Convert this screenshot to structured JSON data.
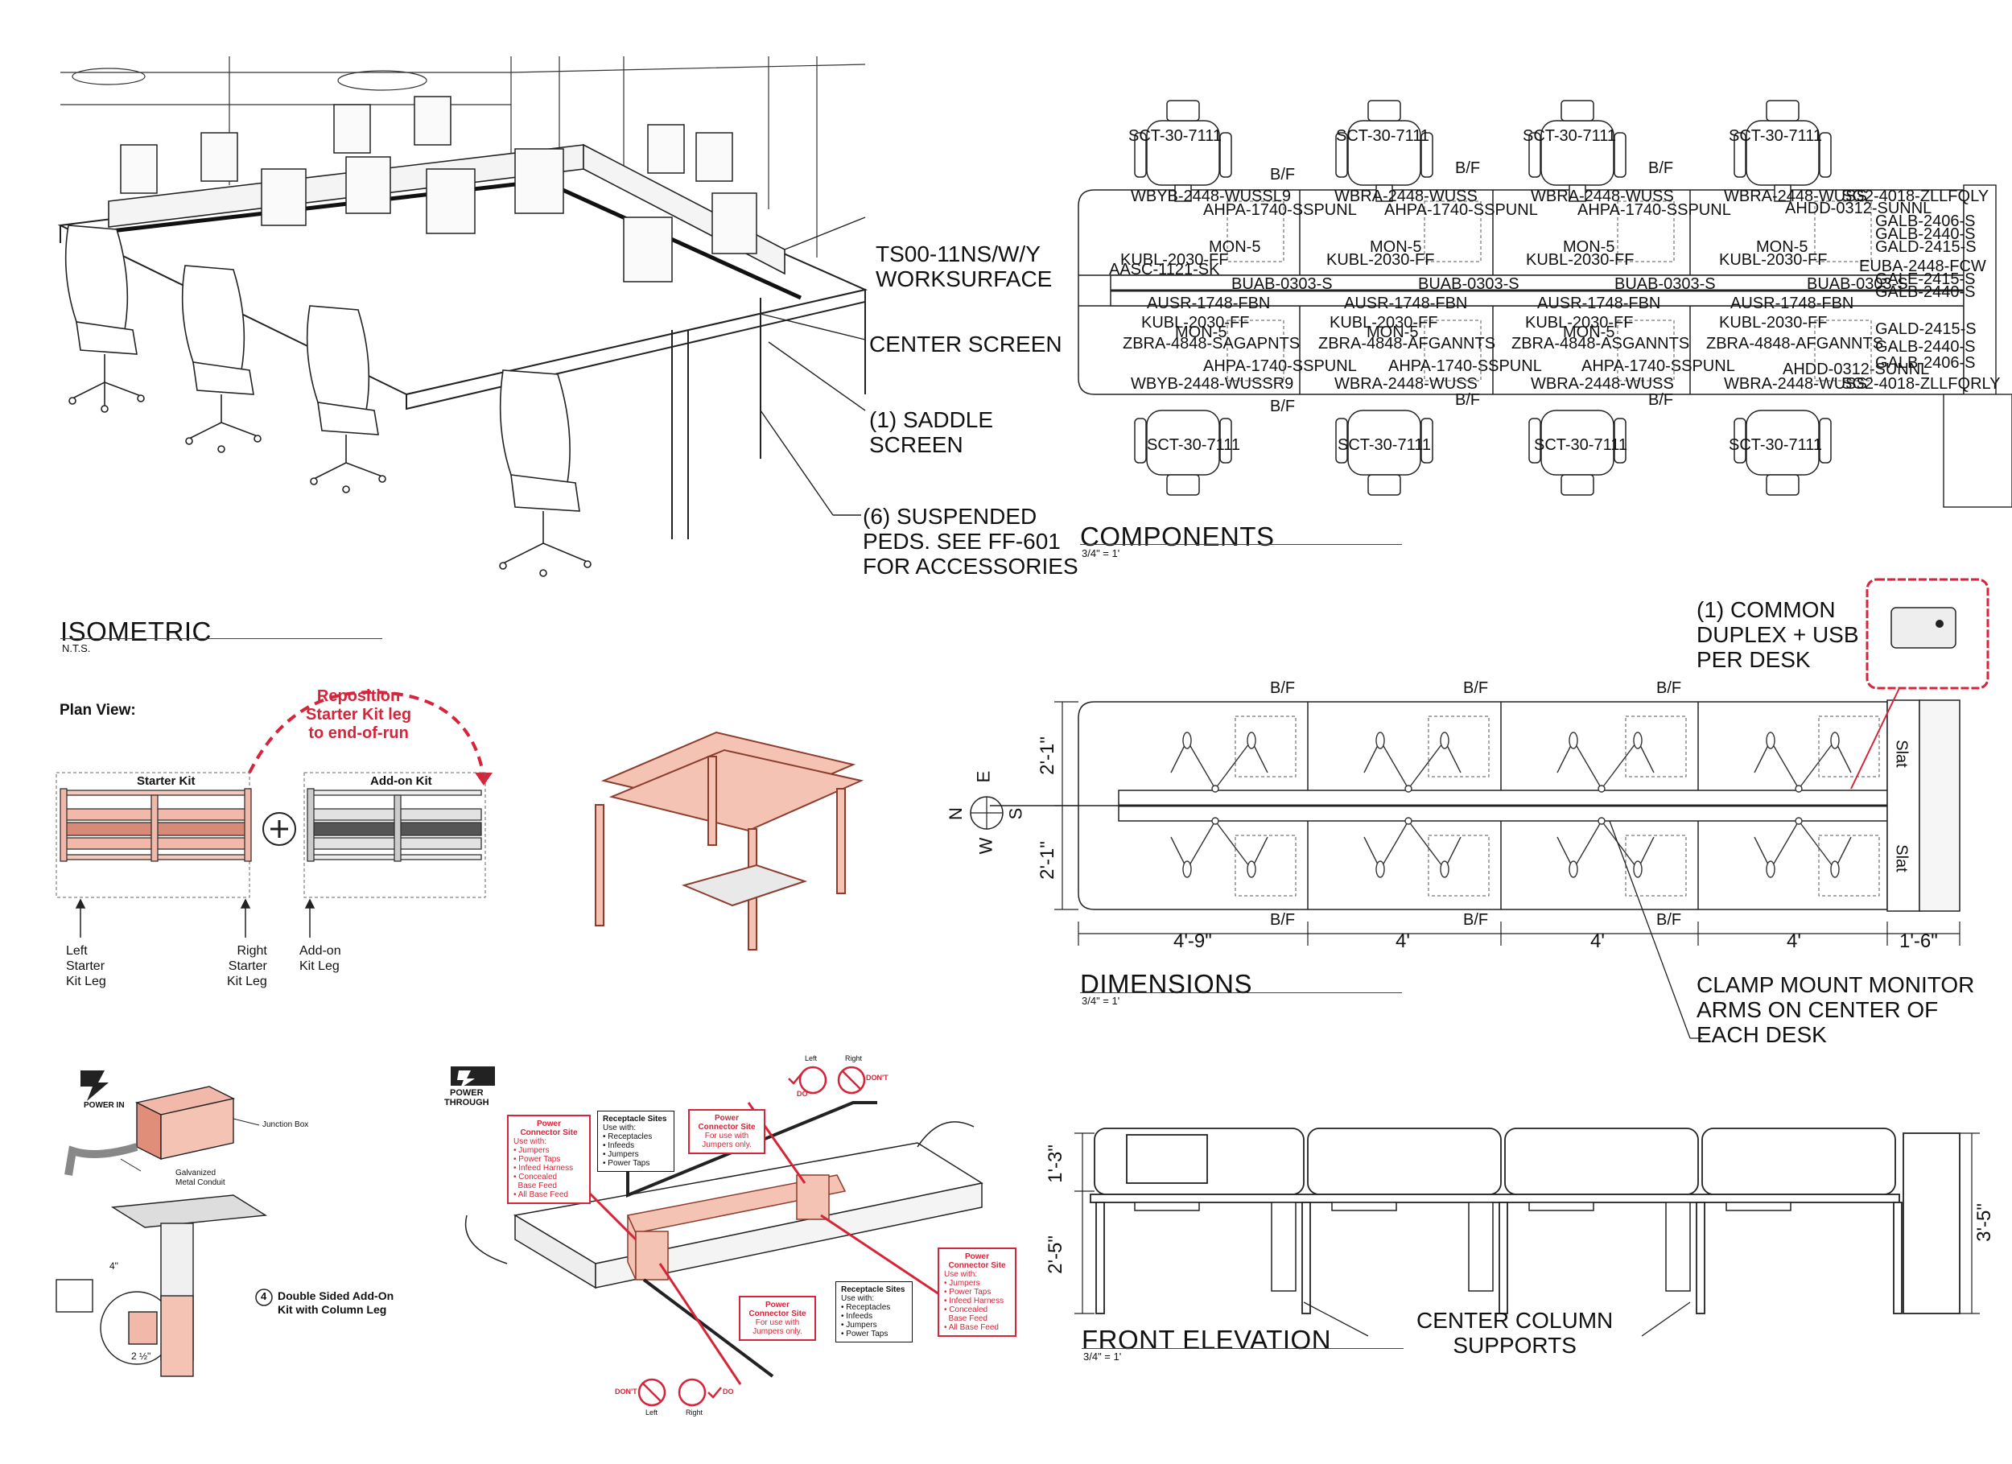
{
  "isometric": {
    "title": "ISOMETRIC",
    "scale": "N.T.S.",
    "callouts": {
      "worksurface": "TS00-11NS/W/Y\nWORKSURFACE",
      "center_screen": "CENTER SCREEN",
      "saddle_screen": "(1) SADDLE\nSCREEN",
      "suspended_peds": "(6) SUSPENDED\nPEDS. SEE FF-601\nFOR ACCESSORIES"
    }
  },
  "components": {
    "title": "COMPONENTS",
    "scale": "3/4\" = 1'",
    "chair_code": "SCT-30-7111",
    "bf": "B/F",
    "top_row_codes": [
      "WBYB-2448-WUSSL9",
      "WBRA-2448-WUSS",
      "WBRA-2448-WUSS",
      "WBRA-2448-WUSS"
    ],
    "bottom_row_codes": [
      "WBYB-2448-WUSSR9",
      "WBRA-2448-WUSS",
      "WBRA-2448-WUSS",
      "WBRA-2448-WUSS"
    ],
    "ahpa_code": "AHPA-1740-SSPUNL",
    "mon_code": "MON-5",
    "kubl_code": "KUBL-2030-FF",
    "buab_code": "BUAB-0303-S",
    "ausr_code": "AUSR-1748-FBN",
    "zbra_codes": [
      "ZBRA-4848-SAGAPNTS",
      "ZBRA-4848-AFGANNTS",
      "ZBRA-4848-ASGANNTS",
      "ZBRA-4848-AFGANNTS"
    ],
    "aasc_code": "AASC-1121-SK",
    "right_codes": [
      "SG2-4018-ZLLFQLY",
      "AHDD-0312-SUNNL",
      "GALB-2406-S",
      "GALB-2440-S",
      "GALD-2415-S",
      "EUBA-2448-FCW",
      "GALE-2415-S",
      "GALB-2440-S",
      "GALD-2415-S",
      "GALB-2440-S",
      "GALB-2406-S",
      "AHDD-0312-SUNNL",
      "SG2-4018-ZLLFQRLY"
    ]
  },
  "plan_view": {
    "heading": "Plan View:",
    "reposition": "Reposition\nStarter Kit leg\nto end-of-run",
    "starter_kit": "Starter Kit",
    "addon_kit": "Add-on Kit",
    "left_leg": "Left\nStarter\nKit Leg",
    "right_leg": "Right\nStarter\nKit Leg",
    "addon_leg": "Add-on\nKit Leg"
  },
  "dimensions": {
    "title": "DIMENSIONS",
    "scale": "3/4\" = 1'",
    "duplex_callout": "(1) COMMON\nDUPLEX + USB\nPER DESK",
    "clamp_callout": "CLAMP MOUNT MONITOR\nARMS ON CENTER OF\nEACH DESK",
    "bf": "B/F",
    "slat": "Slat",
    "widths": [
      "4'-9\"",
      "4'",
      "4'",
      "4'",
      "1'-6\""
    ],
    "depths": [
      "2'-1\"",
      "2'-1\""
    ],
    "compass": {
      "n": "N",
      "s": "S",
      "e": "E",
      "w": "W"
    }
  },
  "power": {
    "power_in": "POWER IN",
    "power_through": "POWER\nTHROUGH",
    "junction_box": "Junction Box",
    "conduit": "Galvanized\nMetal Conduit",
    "dim_4": "4\"",
    "dim_2half": "2 ½\"",
    "double_sided_num": "4",
    "double_sided": "Double Sided Add-On\nKit with Column Leg",
    "power_connector_title": "Power\nConnector Site",
    "power_connector_body": "Use with:\n• Jumpers\n• Power Taps\n• Infeed Harness\n• Concealed\n  Base Feed\n• All Base Feed",
    "power_connector_jumpers": "For use with\nJumpers only.",
    "receptacle_title": "Receptacle Sites",
    "receptacle_body": "Use with:\n• Receptacles\n• Infeeds\n• Jumpers\n• Power Taps",
    "do": "DO",
    "dont": "DON'T",
    "left": "Left",
    "right": "Right"
  },
  "elevation": {
    "title": "FRONT ELEVATION",
    "scale": "3/4\" = 1'",
    "callout": "CENTER COLUMN\nSUPPORTS",
    "heights": [
      "1'-3\"",
      "2'-5\"",
      "3'-5\""
    ]
  }
}
